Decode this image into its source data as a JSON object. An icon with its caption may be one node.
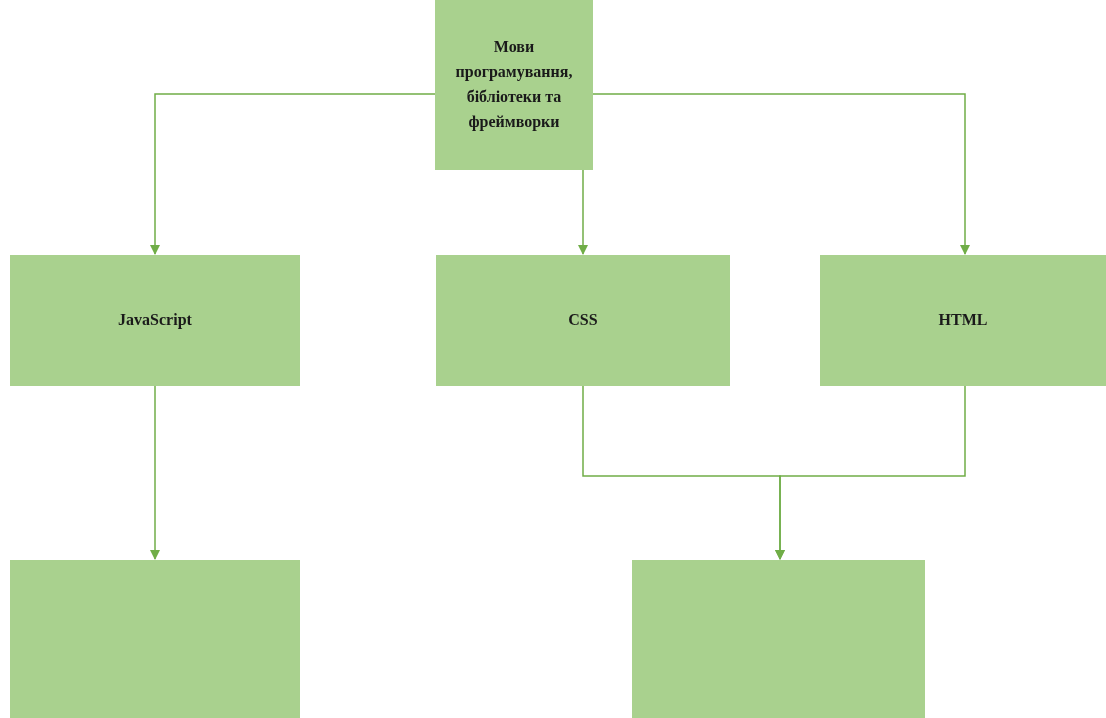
{
  "diagram": {
    "nodes": [
      {
        "text": [
          "Мови програмування, бібліотеки та фреймворки"
        ]
      },
      {
        "text": [
          "JavaScript"
        ]
      },
      {
        "text": [
          "CSS"
        ]
      },
      {
        "text": [
          "HTML"
        ]
      },
      {
        "text": [],
        "shape": "box"
      },
      {
        "text": [],
        "shape": "box"
      }
    ],
    "edges": [
      {
        "from": 0,
        "to": 1,
        "arrow": "to"
      },
      {
        "from": 0,
        "to": 2,
        "arrow": "to"
      },
      {
        "from": 0,
        "to": 3,
        "arrow": "to"
      },
      {
        "from": 1,
        "to": 4,
        "arrow": "to"
      },
      {
        "from": 2,
        "to": 5,
        "arrow": "to"
      },
      {
        "from": 3,
        "to": 5,
        "arrow": "to"
      }
    ]
  }
}
